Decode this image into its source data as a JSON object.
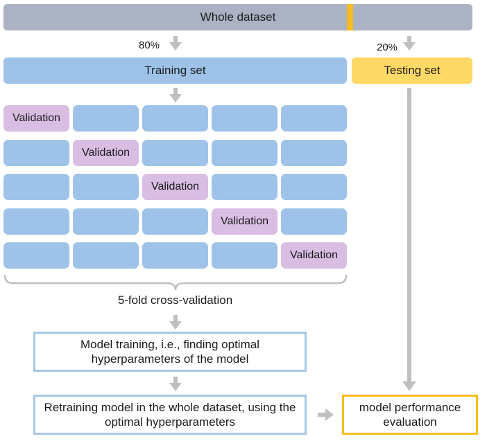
{
  "whole_dataset": "Whole dataset",
  "split": {
    "train_percent": "80%",
    "test_percent": "20%"
  },
  "training_set": "Training set",
  "testing_set": "Testing set",
  "validation_label": "Validation",
  "folds": 5,
  "cv_label": "5-fold cross-validation",
  "model_training": "Model training, i.e., finding optimal hyperparameters of the model",
  "retraining": "Retraining model in the whole dataset, using the optimal hyperparameters",
  "evaluation": "model performance evaluation",
  "colors": {
    "dataset": "#aab2c4",
    "training": "#9fc3e8",
    "validation": "#d9bde3",
    "testing": "#ffd966",
    "test_marker": "#f5bd1f",
    "arrow": "#bfbfbf"
  }
}
